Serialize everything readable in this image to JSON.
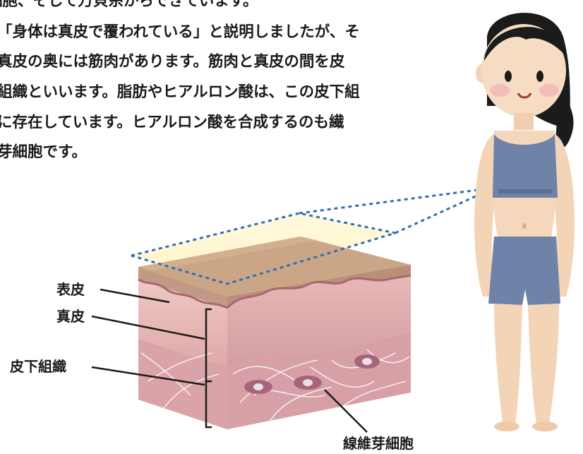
{
  "paragraph": {
    "lines": [
      "細胞、そして万貝糸からできています。",
      "「身体は真皮で覆われている」と説明しましたが、そ",
      "真皮の奥には筋肉があります。筋肉と真皮の間を皮",
      "組織といいます。脂肪やヒアルロン酸は、この皮下組",
      "に存在しています。ヒアルロン酸を合成するのも繊",
      "芽細胞です。"
    ]
  },
  "labels": {
    "epidermis": "表皮",
    "dermis": "真皮",
    "subcutaneous": "皮下組織",
    "fibroblast": "線維芽細胞"
  },
  "colors": {
    "epidermis_top": "#c9a98a",
    "dermis": "#e8bcb8",
    "subcutaneous": "#d7a4a8",
    "cells": "#a0607a",
    "dotted_line": "#2f6eb5",
    "highlight": "#fff7cf",
    "swimsuit": "#6f83a8",
    "skin": "#f5dcc0",
    "hair": "#1b1b1b"
  }
}
